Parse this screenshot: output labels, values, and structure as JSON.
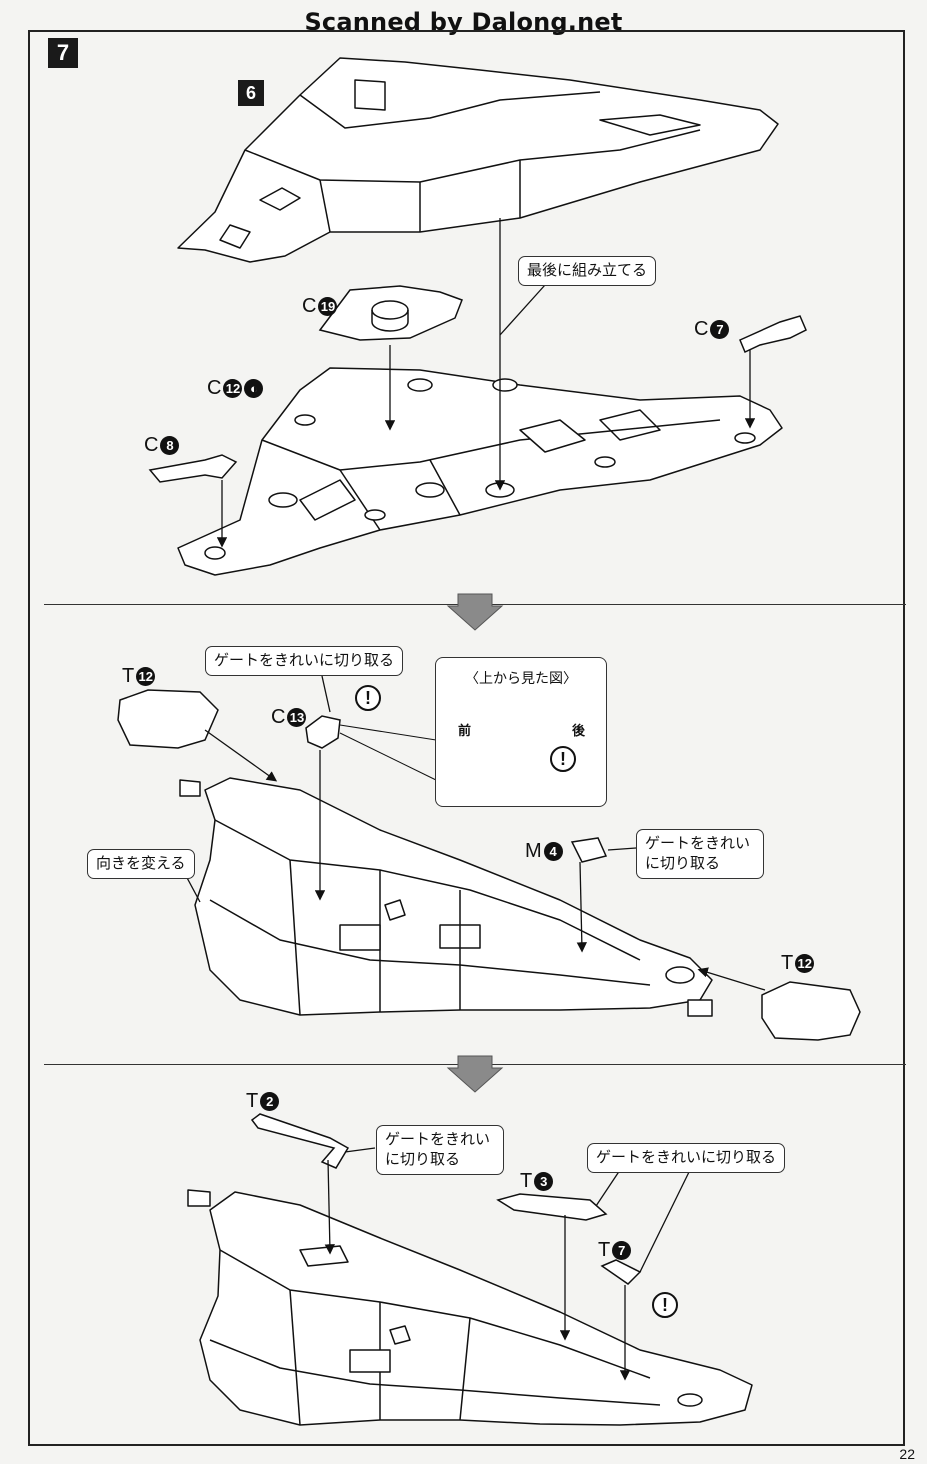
{
  "watermark": "Scanned by Dalong.net",
  "step": "7",
  "reference_step": "6",
  "page_number": "22",
  "callouts": {
    "assemble_last": "最後に組み立てる",
    "gate_cut_1": "ゲートをきれいに切り取る",
    "gate_cut_m4": "ゲートをきれい に切り取る",
    "change_direction": "向きを変える",
    "gate_cut_t2": "ゲートをきれい に切り取る",
    "gate_cut_t3": "ゲートをきれいに切り取る"
  },
  "inset": {
    "title": "〈上から見た図〉",
    "front": "前",
    "back": "後"
  },
  "parts": {
    "c19": {
      "letter": "C",
      "num": "19"
    },
    "c12": {
      "letter": "C",
      "num": "12"
    },
    "c8": {
      "letter": "C",
      "num": "8"
    },
    "c7": {
      "letter": "C",
      "num": "7"
    },
    "t12a": {
      "letter": "T",
      "num": "12"
    },
    "c13": {
      "letter": "C",
      "num": "13"
    },
    "m4": {
      "letter": "M",
      "num": "4"
    },
    "t12b": {
      "letter": "T",
      "num": "12"
    },
    "t2": {
      "letter": "T",
      "num": "2"
    },
    "t3": {
      "letter": "T",
      "num": "3"
    },
    "t7": {
      "letter": "T",
      "num": "7"
    }
  },
  "warning_mark": "!",
  "icons": {
    "next_step_arrow": "down-arrow-icon",
    "warning": "exclamation-icon",
    "half_circle": "half-circle-icon"
  }
}
